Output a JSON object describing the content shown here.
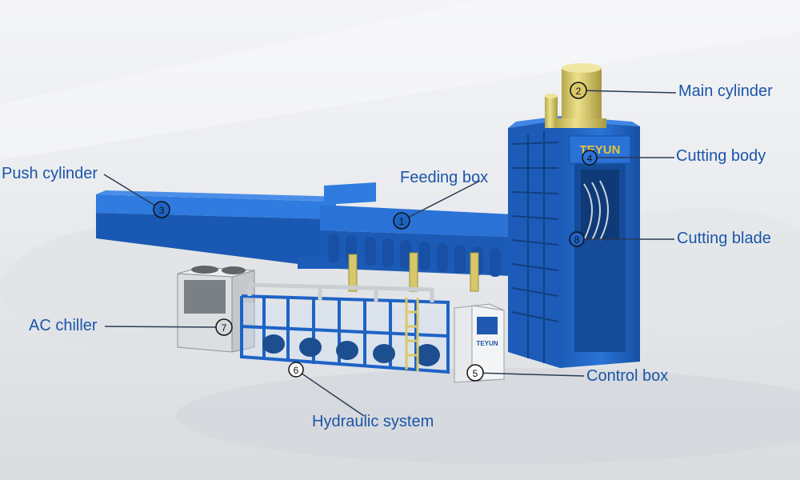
{
  "labels": {
    "main_cylinder": "Main cylinder",
    "cutting_body": "Cutting body",
    "push_cylinder": "Push cylinder",
    "feeding_box": "Feeding box",
    "cutting_blade": "Cutting blade",
    "ac_chiller": "AC chiller",
    "control_box": "Control box",
    "hydraulic_system": "Hydraulic system"
  },
  "markers": {
    "feeding_box": "1",
    "main_cylinder": "2",
    "push_cylinder": "3",
    "cutting_body": "4",
    "control_box": "5",
    "hydraulic_system": "6",
    "ac_chiller": "7",
    "cutting_blade": "8"
  },
  "branding": {
    "cutting_body_logo": "TEYUN",
    "control_box_logo": "TEYUN"
  },
  "colors": {
    "machine_blue": "#1d63c4",
    "label_blue": "#1c55a8",
    "cylinder_yellow": "#d8c86a",
    "background": "#e9ecef"
  }
}
